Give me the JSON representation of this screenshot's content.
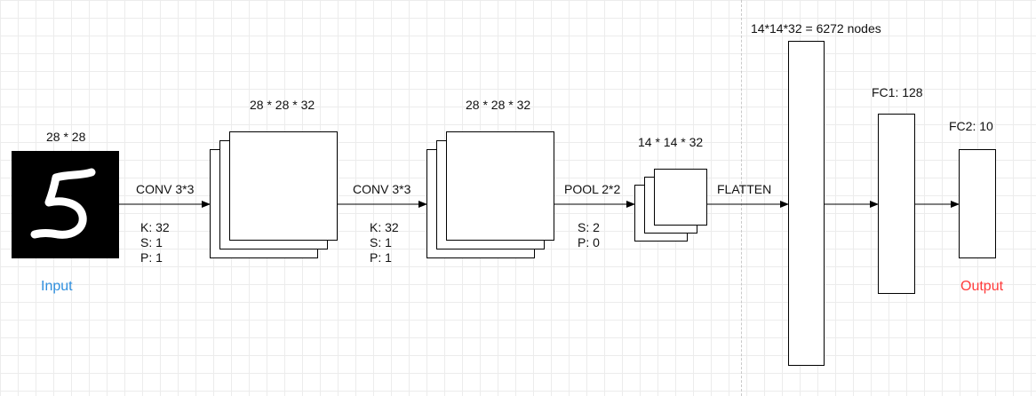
{
  "input": {
    "dims": "28 * 28",
    "label": "Input",
    "label_color": "#2f8fde",
    "image": "mnist-digit-5"
  },
  "conv1": {
    "op": "CONV 3*3",
    "params": [
      "K: 32",
      "S: 1",
      "P: 1"
    ],
    "output_dims": "28 * 28 * 32"
  },
  "conv2": {
    "op": "CONV 3*3",
    "params": [
      "K: 32",
      "S: 1",
      "P: 1"
    ],
    "output_dims": "28 * 28 * 32"
  },
  "pool": {
    "op": "POOL 2*2",
    "params": [
      "S: 2",
      "P: 0"
    ],
    "output_dims": "14 * 14 * 32"
  },
  "flatten": {
    "op": "FLATTEN",
    "output_dims": "14*14*32 = 6272 nodes"
  },
  "fc1": {
    "label": "FC1: 128"
  },
  "fc2": {
    "label": "FC2: 10"
  },
  "output": {
    "label": "Output",
    "label_color": "#ff3b3b"
  }
}
